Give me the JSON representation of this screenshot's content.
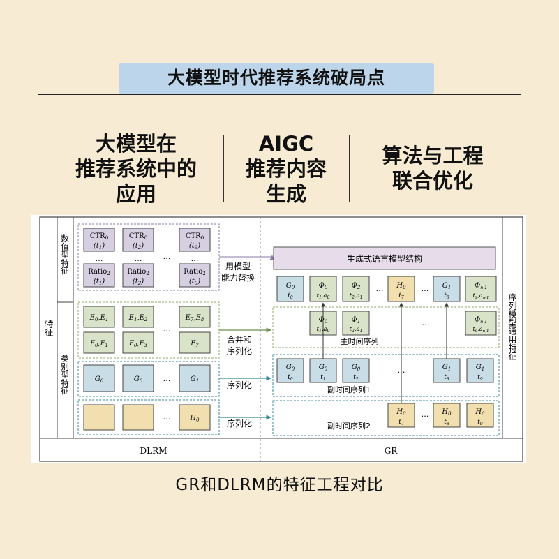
{
  "header": {
    "title": "大模型时代推荐系统破局点"
  },
  "columns": [
    {
      "lines": [
        "大模型在",
        "推荐系统中的",
        "应用"
      ]
    },
    {
      "lines": [
        "AIGC",
        "推荐内容",
        "生成"
      ]
    },
    {
      "lines": [
        "算法与工程",
        "联合优化"
      ]
    }
  ],
  "diagram": {
    "left_labels": {
      "features": "特征",
      "numeric": "数值型特征",
      "categorical": "类别型特征"
    },
    "right_label": "序列模型通用特征",
    "bottom": {
      "dlrm": "DLRM",
      "gr": "GR"
    },
    "numeric_boxes": [
      {
        "top": "CTR",
        "top_sub": "0",
        "top_arg": "(t",
        "top_arg_sub": "1",
        "dots": "…",
        "bot": "Ratio",
        "bot_sub": "2",
        "bot_arg": "(t",
        "bot_arg_sub": "1"
      },
      {
        "top": "CTR",
        "top_sub": "0",
        "top_arg": "(t",
        "top_arg_sub": "2",
        "dots": "…",
        "bot": "Ratio",
        "bot_sub": "2",
        "bot_arg": "(t",
        "bot_arg_sub": "2"
      },
      {
        "top": "CTR",
        "top_sub": "0",
        "top_arg": "(t",
        "top_arg_sub": "9",
        "dots": "…",
        "bot": "Ratio",
        "bot_sub": "2",
        "bot_arg": "(t",
        "bot_arg_sub": "9"
      }
    ],
    "row_dots": "…",
    "cat_row1": [
      {
        "a": "E",
        "a_sub": "0",
        "b": "E",
        "b_sub": "1",
        "c": "F",
        "c_sub": "0",
        "d": "F",
        "d_sub": "1"
      },
      {
        "a": "E",
        "a_sub": "1",
        "b": "E",
        "b_sub": "2",
        "c": "F",
        "c_sub": "0",
        "d": "F",
        "d_sub": "3"
      },
      {
        "a": "E",
        "a_sub": "7",
        "b": "E",
        "b_sub": "8",
        "c": "F",
        "c_sub": "7",
        "d": "",
        "d_sub": ""
      }
    ],
    "cat_row2": [
      {
        "v": "G",
        "s": "0"
      },
      {
        "v": "G",
        "s": "0"
      },
      {
        "v": "G",
        "s": "1"
      }
    ],
    "cat_row3": [
      {
        "v": "",
        "s": ""
      },
      {
        "v": "",
        "s": ""
      },
      {
        "v": "H",
        "s": "0"
      }
    ],
    "mid_labels": {
      "replace": [
        "用模型",
        "能力替换"
      ],
      "merge": [
        "合并和",
        "序列化"
      ],
      "serialize1": "序列化",
      "serialize2": "序列化"
    },
    "gr_top": "生成式语言模型结构",
    "gr_row1": [
      {
        "v": "G",
        "s": "0",
        "t": "t",
        "ts": "0",
        "color": "#c8dde6"
      },
      {
        "v": "Φ",
        "s": "0",
        "t": "t",
        "ts": "1",
        "t2": ",a",
        "t2s": "0",
        "color": "#d9e3c9"
      },
      {
        "v": "Φ",
        "s": "2",
        "t": "t",
        "ts": "2",
        "t2": ",a",
        "t2s": "1",
        "color": "#d9e3c9"
      },
      {
        "v": "H",
        "s": "0",
        "t": "t",
        "ts": "7",
        "color": "#f2dfaf"
      },
      {
        "v": "G",
        "s": "1",
        "t": "t",
        "ts": "8",
        "color": "#c8dde6"
      },
      {
        "v": "Φ",
        "s": "n-1",
        "t": "t",
        "ts": "9",
        "t2": ",a",
        "t2s": "n-1",
        "color": "#d9e3c9"
      }
    ],
    "gr_row2": [
      {
        "v": "Φ",
        "s": "0",
        "t": "t",
        "ts": "1",
        "t2": ",a",
        "t2s": "0"
      },
      {
        "v": "Φ",
        "s": "1",
        "t": "t",
        "ts": "2",
        "t2": ",a",
        "t2s": "1"
      },
      {
        "v": "Φ",
        "s": "n-1",
        "t": "t",
        "ts": "9",
        "t2": ",a",
        "t2s": "n-1"
      }
    ],
    "gr_row3": [
      {
        "v": "G",
        "s": "0",
        "ts": "0"
      },
      {
        "v": "G",
        "s": "0",
        "ts": "1"
      },
      {
        "v": "G",
        "s": "0",
        "ts": "2"
      },
      {
        "v": "G",
        "s": "1",
        "ts": "8"
      },
      {
        "v": "G",
        "s": "1",
        "ts": "9"
      }
    ],
    "gr_row4": [
      {
        "v": "H",
        "s": "0",
        "ts": "7"
      },
      {
        "v": "H",
        "s": "0",
        "ts": "8"
      },
      {
        "v": "H",
        "s": "0",
        "ts": "9"
      }
    ],
    "seq_labels": {
      "main": "主时间序列",
      "sub1": "副时间序列1",
      "sub2": "副时间序列2"
    }
  },
  "caption": "GR和DLRM的特征工程对比",
  "colors": {
    "background": "#f7ecd3",
    "header": "#bcd5ea",
    "numeric": "#d6cfe2",
    "cat_green": "#d9e3c9",
    "cat_blue": "#c8dde6",
    "cat_yellow": "#f2dfaf",
    "top_bar": "#e6dcea"
  }
}
